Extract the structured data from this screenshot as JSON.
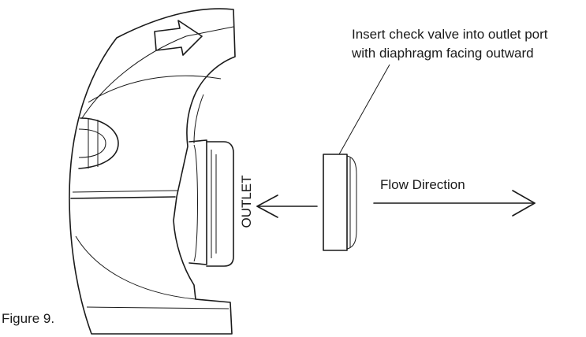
{
  "annotation": {
    "line1": "Insert check valve into outlet port",
    "line2": "with diaphragm facing outward"
  },
  "outlet_label": "OUTLET",
  "flow_label": "Flow Direction",
  "figure_caption": "Figure 9.",
  "colors": {
    "ink": "#1a1a1a",
    "background": "#ffffff"
  }
}
